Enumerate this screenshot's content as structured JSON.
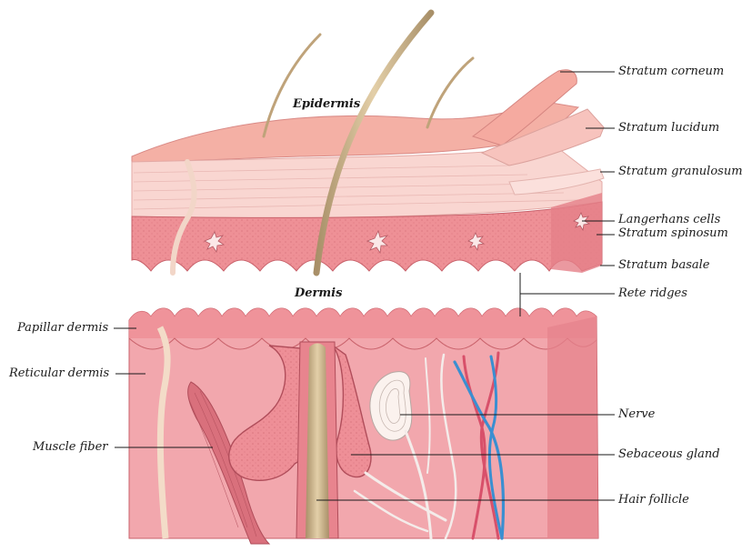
{
  "diagram": {
    "titles": {
      "epidermis": "Epidermis",
      "dermis": "Dermis"
    },
    "labels": {
      "stratum_corneum": "Stratum corneum",
      "stratum_lucidum": "Stratum lucidum",
      "stratum_granulosum": "Stratum granulosum",
      "langerhans_cells": "Langerhans cells",
      "stratum_spinosum": "Stratum spinosum",
      "stratum_basale": "Stratum basale",
      "rete_ridges": "Rete ridges",
      "papillar_dermis": "Papillar dermis",
      "reticular_dermis": "Reticular dermis",
      "muscle_fiber": "Muscle fiber",
      "nerve": "Nerve",
      "sebaceous_gland": "Sebaceous gland",
      "hair_follicle": "Hair follicle"
    },
    "colors": {
      "skin_surface": "#f3a9a0",
      "skin_light": "#f9d3cf",
      "spinosum": "#ec8d93",
      "dermis": "#f2a9ae",
      "dermis_side": "#e98990",
      "hair": "#cdb690",
      "nerve_blue": "#3a8fd1",
      "nerve_red": "#d8506a",
      "leader_line": "#1a1a1a"
    }
  }
}
